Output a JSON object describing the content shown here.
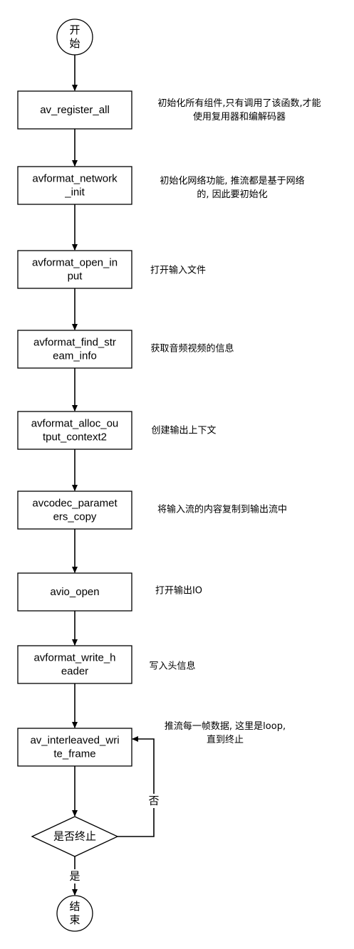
{
  "start": {
    "lines": [
      "开",
      "始"
    ]
  },
  "end": {
    "lines": [
      "结",
      "束"
    ]
  },
  "steps": [
    {
      "lines": [
        "av_register_all"
      ],
      "note": [
        "初始化所有组件,只有调用了该函数,才能",
        "使用复用器和编解码器"
      ]
    },
    {
      "lines": [
        "avformat_network",
        "_init"
      ],
      "note": [
        "初始化网络功能, 推流都是基于网络",
        "的, 因此要初始化"
      ]
    },
    {
      "lines": [
        "avformat_open_in",
        "put"
      ],
      "note": [
        "打开输入文件"
      ]
    },
    {
      "lines": [
        "avformat_find_str",
        "eam_info"
      ],
      "note": [
        "获取音频视频的信息"
      ]
    },
    {
      "lines": [
        "avformat_alloc_ou",
        "tput_context2"
      ],
      "note": [
        "创建输出上下文"
      ]
    },
    {
      "lines": [
        "avcodec_paramet",
        "ers_copy"
      ],
      "note": [
        "将输入流的内容复制到输出流中"
      ]
    },
    {
      "lines": [
        "avio_open"
      ],
      "note": [
        "打开输出IO"
      ]
    },
    {
      "lines": [
        "avformat_write_h",
        "eader"
      ],
      "note": [
        "写入头信息"
      ]
    },
    {
      "lines": [
        "av_interleaved_wri",
        "te_frame"
      ],
      "note": [
        "推流每一帧数据, 这里是loop,",
        "直到终止"
      ]
    }
  ],
  "decision": {
    "label": "是否终止",
    "no_label": "否",
    "yes_label": "是"
  }
}
